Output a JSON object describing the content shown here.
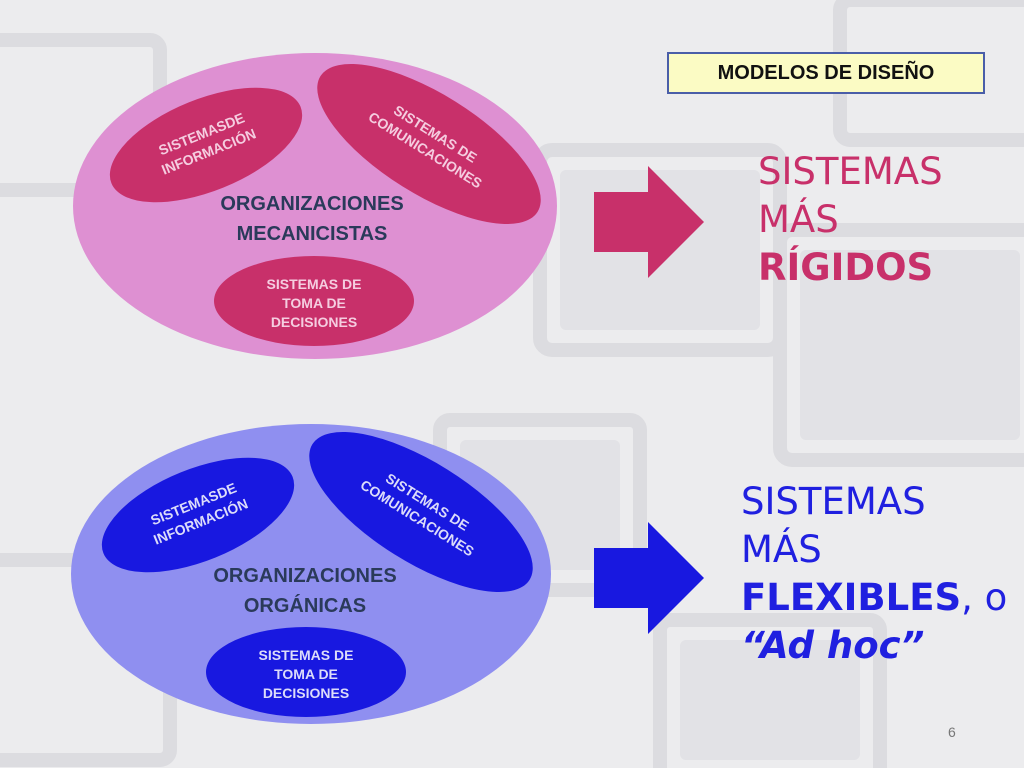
{
  "slide": {
    "title": "MODELOS DE DISEÑO",
    "page_number": "6"
  },
  "mechanistic": {
    "center_line1": "ORGANIZACIONES",
    "center_line2": "MECANICISTAS",
    "info_line1": "SISTEMASDE",
    "info_line2": "INFORMACIÓN",
    "comm_line1": "SISTEMAS DE",
    "comm_line2": "COMUNICACIONES",
    "dec_line1": "SISTEMAS DE",
    "dec_line2": "TOMA DE",
    "dec_line3": "DECISIONES",
    "result_line1": "SISTEMAS",
    "result_line2": "MÁS",
    "result_line3": "RÍGIDOS",
    "ellipse_color": "#de90d2",
    "pill_color": "#c8306a",
    "arrow_color": "#c8306a"
  },
  "organic": {
    "center_line1": "ORGANIZACIONES",
    "center_line2": "ORGÁNICAS",
    "info_line1": "SISTEMASDE",
    "info_line2": "INFORMACIÓN",
    "comm_line1": "SISTEMAS DE",
    "comm_line2": "COMUNICACIONES",
    "dec_line1": "SISTEMAS DE",
    "dec_line2": "TOMA DE",
    "dec_line3": "DECISIONES",
    "result_line1": "SISTEMAS",
    "result_line2": "MÁS",
    "result_bold": "FLEXIBLES",
    "result_suffix": ", o",
    "result_line4": "“Ad hoc”",
    "ellipse_color": "#8f8ff0",
    "pill_color": "#1818e0",
    "arrow_color": "#1818e0"
  }
}
